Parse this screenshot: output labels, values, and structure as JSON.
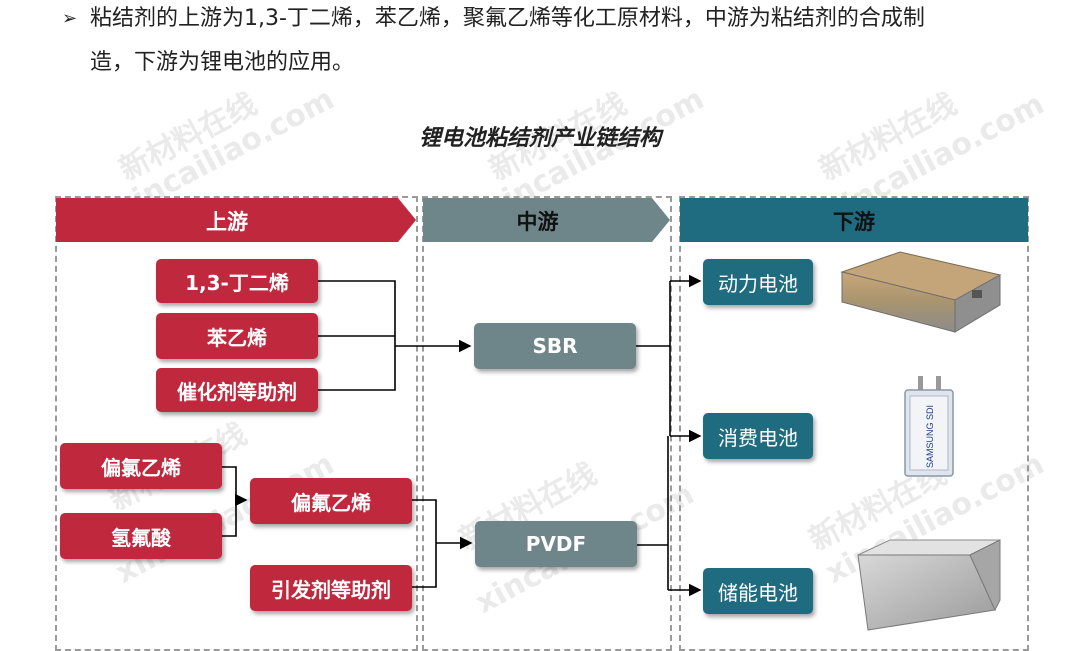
{
  "intro": {
    "bullet": "➢",
    "line1": "粘结剂的上游为1,3-丁二烯，苯乙烯，聚氟乙烯等化工原材料，中游为粘结剂的合成制",
    "line2": "造，下游为锂电池的应用。"
  },
  "title": "锂电池粘结剂产业链结构",
  "sections": {
    "upstream": {
      "label": "上游",
      "color": "#c0283e"
    },
    "midstream": {
      "label": "中游",
      "color": "#6e8589"
    },
    "downstream": {
      "label": "下游",
      "color": "#1f6b7f"
    }
  },
  "upstream_nodes": {
    "butadiene": "1,3-丁二烯",
    "styrene": "苯乙烯",
    "catalyst_aids": "催化剂等助剂",
    "vinylidene_fluoride_raw": "偏氯乙烯",
    "hydrofluoric_acid": "氢氟酸",
    "vinylidene_fluoride": "偏氟乙烯",
    "initiator_aids": "引发剂等助剂"
  },
  "midstream_nodes": {
    "sbr": "SBR",
    "pvdf": "PVDF"
  },
  "downstream_nodes": {
    "power_battery": "动力电池",
    "consumer_battery": "消费电池",
    "storage_battery": "储能电池"
  },
  "images": {
    "battery_cell_label": "SAMSUNG SDI"
  },
  "watermark": {
    "cn": "新材料在线",
    "en": "xincailiao.com"
  }
}
